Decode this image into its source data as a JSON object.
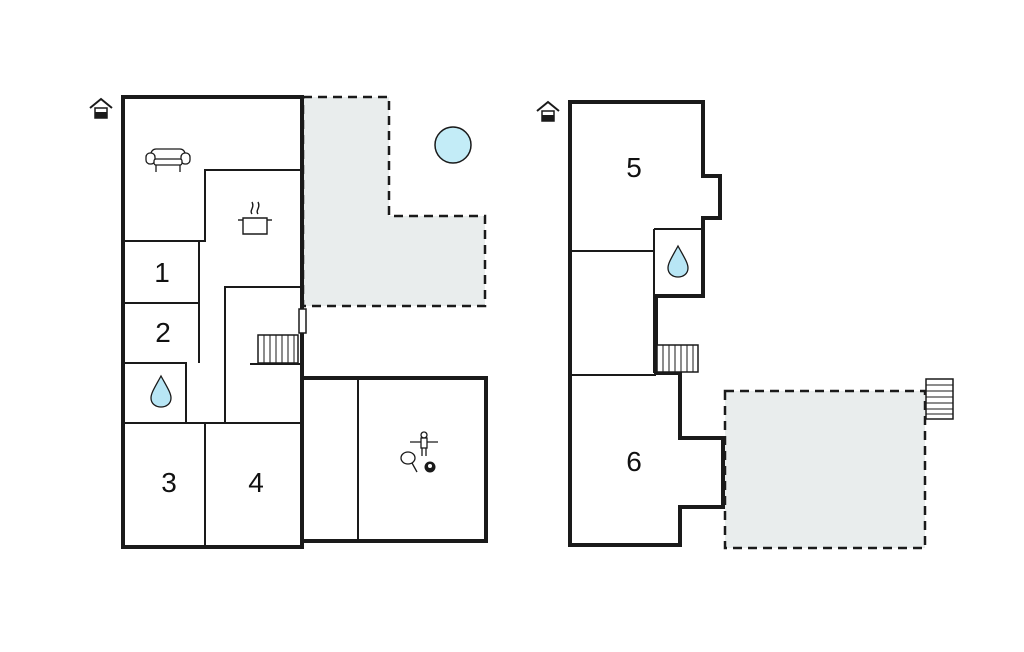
{
  "floor_plan": {
    "ground_floor": {
      "rooms": [
        {
          "label": "1"
        },
        {
          "label": "2"
        },
        {
          "label": "3"
        },
        {
          "label": "4"
        }
      ],
      "icons": [
        "entrance-icon",
        "sofa-icon",
        "cooking-pot-icon",
        "water-drop-icon",
        "stairs-icon",
        "foosball-icon",
        "table-tennis-icon",
        "billiard-ball-icon",
        "pool-icon"
      ]
    },
    "upper_floor": {
      "rooms": [
        {
          "label": "5"
        },
        {
          "label": "6"
        }
      ],
      "icons": [
        "entrance-icon",
        "water-drop-icon",
        "stairs-icon",
        "outdoor-stairs-icon"
      ]
    },
    "colors": {
      "wall": "#1a1a1a",
      "terrace_fill": "#e9eded",
      "pool_fill": "#c3ecf7",
      "water_fill": "#b8e6f5"
    }
  }
}
